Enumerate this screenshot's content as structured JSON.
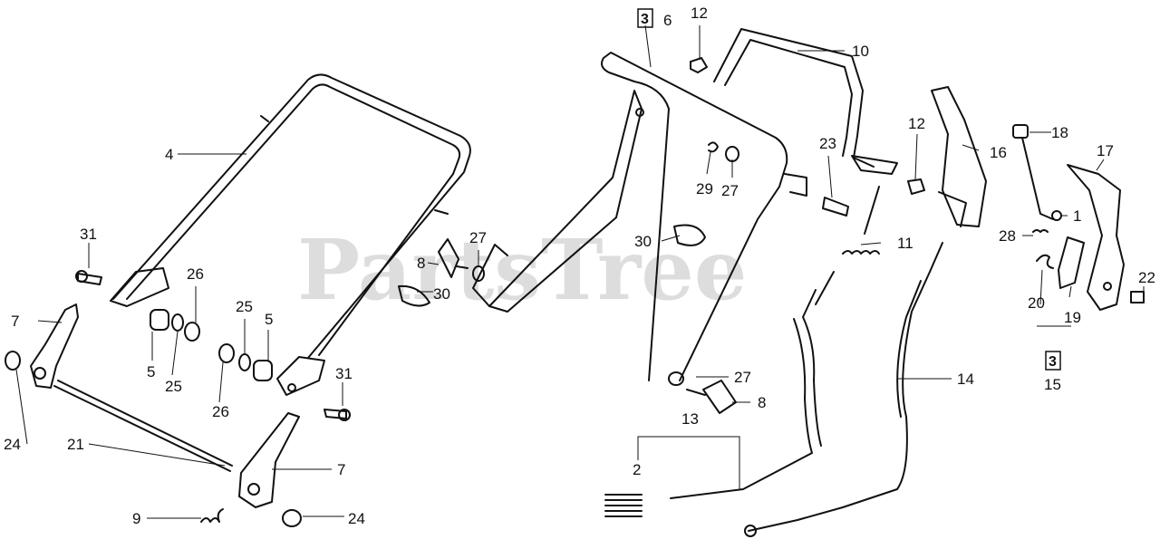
{
  "watermark": "PartsTree",
  "callouts": {
    "c1": "1",
    "c2": "2",
    "c3box": "3",
    "c3box_b": "3",
    "c4": "4",
    "c5a": "5",
    "c5b": "5",
    "c6": "6",
    "c7a": "7",
    "c7b": "7",
    "c8a": "8",
    "c8b": "8",
    "c9": "9",
    "c10": "10",
    "c11": "11",
    "c12a": "12",
    "c12b": "12",
    "c13": "13",
    "c14": "14",
    "c15": "15",
    "c16": "16",
    "c17": "17",
    "c18": "18",
    "c19": "19",
    "c20": "20",
    "c21": "21",
    "c22": "22",
    "c23": "23",
    "c24a": "24",
    "c24b": "24",
    "c25a": "25",
    "c25b": "25",
    "c26a": "26",
    "c26b": "26",
    "c27a": "27",
    "c27b": "27",
    "c28": "28",
    "c29": "29",
    "c30a": "30",
    "c30b": "30",
    "c31a": "31",
    "c31b": "31"
  }
}
